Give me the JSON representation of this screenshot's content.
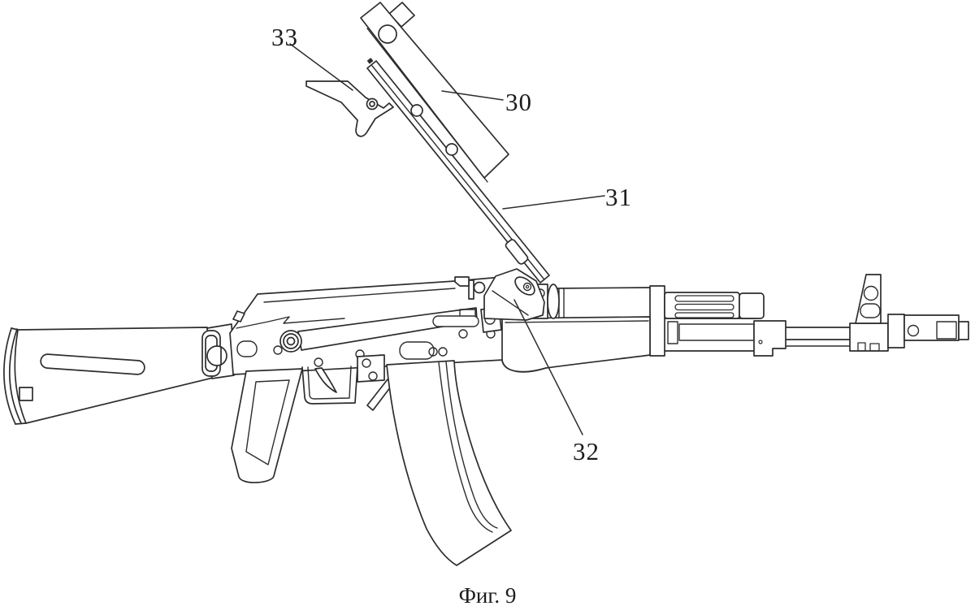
{
  "caption": "Фиг. 9",
  "labels": {
    "n30": "30",
    "n31": "31",
    "n32": "32",
    "n33": "33"
  },
  "colors": {
    "line": "#2d2d2d",
    "background": "#ffffff",
    "text": "#1c1c1c"
  }
}
